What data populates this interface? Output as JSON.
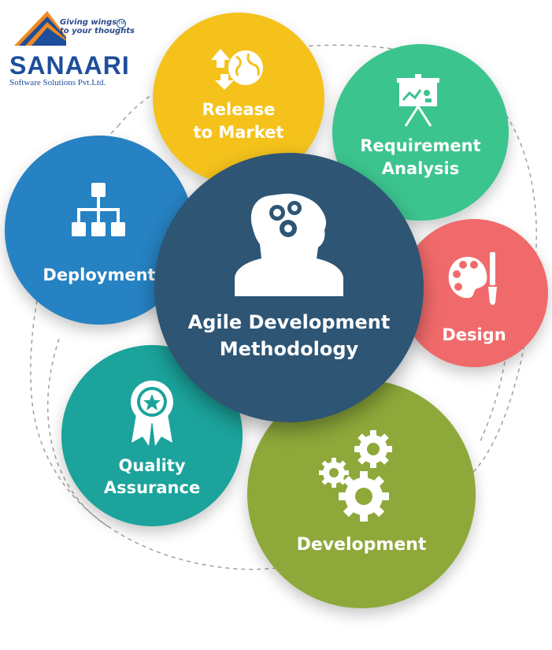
{
  "logo": {
    "tagline_1": "Giving wings",
    "tagline_2": "to your thoughts",
    "name": "SANAARI",
    "subtitle": "Software Solutions Pvt.Ltd.",
    "tm": "TM"
  },
  "center": {
    "title_line_1": "Agile Development",
    "title_line_2": "Methodology",
    "color": "#2e5574",
    "icon": "head-gears-icon"
  },
  "nodes": [
    {
      "id": "release",
      "line_1": "Release",
      "line_2": "to Market",
      "color": "#f5c21c",
      "icon": "release-globe-icon"
    },
    {
      "id": "requirement",
      "line_1": "Requirement",
      "line_2": "Analysis",
      "color": "#3cc48f",
      "icon": "presentation-board-icon"
    },
    {
      "id": "design",
      "line_1": "Design",
      "line_2": "",
      "color": "#f16a6b",
      "icon": "palette-brush-icon"
    },
    {
      "id": "development",
      "line_1": "Development",
      "line_2": "",
      "color": "#8ea83a",
      "icon": "gears-icon"
    },
    {
      "id": "quality",
      "line_1": "Quality",
      "line_2": "Assurance",
      "color": "#1ba39c",
      "icon": "award-badge-icon"
    },
    {
      "id": "deployment",
      "line_1": "Deployment",
      "line_2": "",
      "color": "#2682c2",
      "icon": "hierarchy-icon"
    }
  ],
  "colors": {
    "dash_ring": "#9a9a9a",
    "logo_blue": "#1e4e9a",
    "logo_orange": "#f08a24"
  }
}
